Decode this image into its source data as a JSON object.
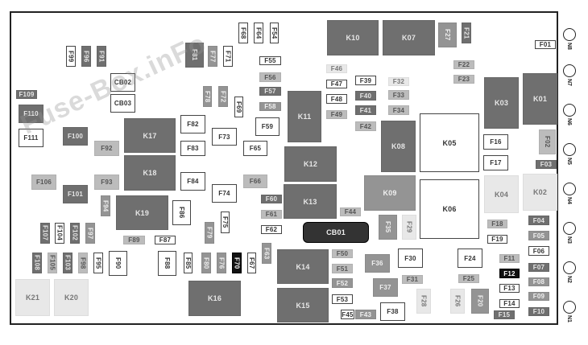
{
  "title_watermark": "Fuse-Box.inFo",
  "tones": {
    "dark": "#6f6f6f",
    "medium": "#949494",
    "light": "#bcbcbc",
    "pale": "#e8e8e8",
    "white": "#ffffff",
    "black": "#111111"
  },
  "connectors": [
    "N8",
    "N7",
    "N6",
    "N5",
    "N4",
    "N3",
    "N2",
    "N1"
  ],
  "components": [
    {
      "label": "F68",
      "tone": "white"
    },
    {
      "label": "F64",
      "tone": "white"
    },
    {
      "label": "F54",
      "tone": "white"
    },
    {
      "label": "F99",
      "tone": "white"
    },
    {
      "label": "F96",
      "tone": "dark"
    },
    {
      "label": "F91",
      "tone": "dark"
    },
    {
      "label": "F81",
      "tone": "dark"
    },
    {
      "label": "F77",
      "tone": "medium"
    },
    {
      "label": "F71",
      "tone": "white"
    },
    {
      "label": "F55",
      "tone": "white"
    },
    {
      "label": "F56",
      "tone": "light"
    },
    {
      "label": "F57",
      "tone": "dark"
    },
    {
      "label": "F58",
      "tone": "medium"
    },
    {
      "label": "CB02",
      "tone": "white"
    },
    {
      "label": "CB03",
      "tone": "white"
    },
    {
      "label": "F109",
      "tone": "dark"
    },
    {
      "label": "F78",
      "tone": "medium"
    },
    {
      "label": "F72",
      "tone": "medium"
    },
    {
      "label": "F69",
      "tone": "white"
    },
    {
      "label": "F110",
      "tone": "dark"
    },
    {
      "label": "F111",
      "tone": "white"
    },
    {
      "label": "F100",
      "tone": "dark"
    },
    {
      "label": "F92",
      "tone": "light"
    },
    {
      "label": "K17",
      "tone": "dark"
    },
    {
      "label": "K18",
      "tone": "dark"
    },
    {
      "label": "F82",
      "tone": "white"
    },
    {
      "label": "F83",
      "tone": "white"
    },
    {
      "label": "F73",
      "tone": "white"
    },
    {
      "label": "F59",
      "tone": "white"
    },
    {
      "label": "F65",
      "tone": "white"
    },
    {
      "label": "K11",
      "tone": "dark"
    },
    {
      "label": "K10",
      "tone": "dark"
    },
    {
      "label": "K07",
      "tone": "dark"
    },
    {
      "label": "F27",
      "tone": "medium"
    },
    {
      "label": "F21",
      "tone": "dark"
    },
    {
      "label": "F01",
      "tone": "white"
    },
    {
      "label": "F22",
      "tone": "light"
    },
    {
      "label": "F23",
      "tone": "light"
    },
    {
      "label": "F46",
      "tone": "pale"
    },
    {
      "label": "F47",
      "tone": "white"
    },
    {
      "label": "F48",
      "tone": "white"
    },
    {
      "label": "F49",
      "tone": "light"
    },
    {
      "label": "F39",
      "tone": "white"
    },
    {
      "label": "F40",
      "tone": "dark"
    },
    {
      "label": "F41",
      "tone": "dark"
    },
    {
      "label": "F42",
      "tone": "light"
    },
    {
      "label": "F32",
      "tone": "pale"
    },
    {
      "label": "F33",
      "tone": "light"
    },
    {
      "label": "F34",
      "tone": "light"
    },
    {
      "label": "K08",
      "tone": "dark"
    },
    {
      "label": "K05",
      "tone": "white"
    },
    {
      "label": "K03",
      "tone": "dark"
    },
    {
      "label": "K01",
      "tone": "dark"
    },
    {
      "label": "F16",
      "tone": "white"
    },
    {
      "label": "F17",
      "tone": "white"
    },
    {
      "label": "F02",
      "tone": "light"
    },
    {
      "label": "F03",
      "tone": "dark"
    },
    {
      "label": "K12",
      "tone": "dark"
    },
    {
      "label": "F106",
      "tone": "light"
    },
    {
      "label": "F101",
      "tone": "dark"
    },
    {
      "label": "F93",
      "tone": "light"
    },
    {
      "label": "F84",
      "tone": "white"
    },
    {
      "label": "F74",
      "tone": "white"
    },
    {
      "label": "F66",
      "tone": "light"
    },
    {
      "label": "F94",
      "tone": "medium"
    },
    {
      "label": "K19",
      "tone": "dark"
    },
    {
      "label": "F86",
      "tone": "white"
    },
    {
      "label": "F75",
      "tone": "white"
    },
    {
      "label": "F60",
      "tone": "dark"
    },
    {
      "label": "F61",
      "tone": "light"
    },
    {
      "label": "F62",
      "tone": "white"
    },
    {
      "label": "F107",
      "tone": "dark"
    },
    {
      "label": "F104",
      "tone": "white"
    },
    {
      "label": "F102",
      "tone": "dark"
    },
    {
      "label": "F97",
      "tone": "medium"
    },
    {
      "label": "F89",
      "tone": "light"
    },
    {
      "label": "F87",
      "tone": "white"
    },
    {
      "label": "F79",
      "tone": "medium"
    },
    {
      "label": "F63",
      "tone": "medium"
    },
    {
      "label": "F108",
      "tone": "dark"
    },
    {
      "label": "F105",
      "tone": "light"
    },
    {
      "label": "F103",
      "tone": "dark"
    },
    {
      "label": "F98",
      "tone": "light"
    },
    {
      "label": "F95",
      "tone": "white"
    },
    {
      "label": "F90",
      "tone": "white"
    },
    {
      "label": "F88",
      "tone": "white"
    },
    {
      "label": "F85",
      "tone": "white"
    },
    {
      "label": "F80",
      "tone": "medium"
    },
    {
      "label": "F76",
      "tone": "medium"
    },
    {
      "label": "F70",
      "tone": "black"
    },
    {
      "label": "F67",
      "tone": "white"
    },
    {
      "label": "K21",
      "tone": "pale"
    },
    {
      "label": "K20",
      "tone": "pale"
    },
    {
      "label": "K16",
      "tone": "dark"
    },
    {
      "label": "K13",
      "tone": "dark"
    },
    {
      "label": "K09",
      "tone": "medium"
    },
    {
      "label": "K06",
      "tone": "white"
    },
    {
      "label": "K04",
      "tone": "pale"
    },
    {
      "label": "K02",
      "tone": "pale"
    },
    {
      "label": "F44",
      "tone": "light"
    },
    {
      "label": "CB01",
      "tone": "black"
    },
    {
      "label": "F35",
      "tone": "medium"
    },
    {
      "label": "F29",
      "tone": "pale"
    },
    {
      "label": "F18",
      "tone": "light"
    },
    {
      "label": "F19",
      "tone": "white"
    },
    {
      "label": "F04",
      "tone": "dark"
    },
    {
      "label": "F05",
      "tone": "medium"
    },
    {
      "label": "F06",
      "tone": "white"
    },
    {
      "label": "F07",
      "tone": "dark"
    },
    {
      "label": "F08",
      "tone": "medium"
    },
    {
      "label": "F09",
      "tone": "medium"
    },
    {
      "label": "F10",
      "tone": "dark"
    },
    {
      "label": "F50",
      "tone": "light"
    },
    {
      "label": "F51",
      "tone": "light"
    },
    {
      "label": "F52",
      "tone": "medium"
    },
    {
      "label": "F53",
      "tone": "white"
    },
    {
      "label": "F45",
      "tone": "white"
    },
    {
      "label": "F43",
      "tone": "medium"
    },
    {
      "label": "K14",
      "tone": "dark"
    },
    {
      "label": "K15",
      "tone": "dark"
    },
    {
      "label": "F36",
      "tone": "medium"
    },
    {
      "label": "F30",
      "tone": "white"
    },
    {
      "label": "F37",
      "tone": "medium"
    },
    {
      "label": "F31",
      "tone": "light"
    },
    {
      "label": "F38",
      "tone": "white"
    },
    {
      "label": "F28",
      "tone": "pale"
    },
    {
      "label": "F26",
      "tone": "pale"
    },
    {
      "label": "F20",
      "tone": "medium"
    },
    {
      "label": "F24",
      "tone": "white"
    },
    {
      "label": "F25",
      "tone": "light"
    },
    {
      "label": "F11",
      "tone": "light"
    },
    {
      "label": "F12",
      "tone": "black"
    },
    {
      "label": "F13",
      "tone": "white"
    },
    {
      "label": "F14",
      "tone": "white"
    },
    {
      "label": "F15",
      "tone": "dark"
    }
  ]
}
